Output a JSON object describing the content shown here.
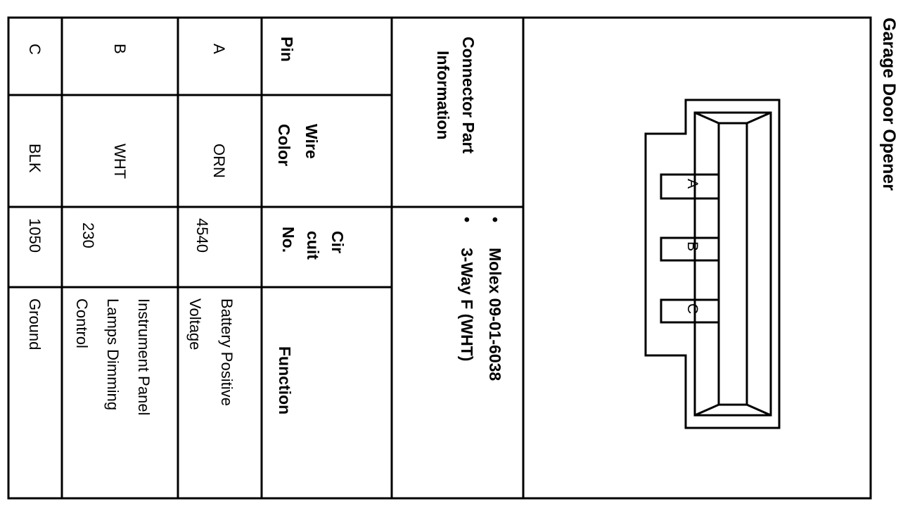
{
  "title": "Garage Door Opener",
  "connector": {
    "label_line1": "Connector Part",
    "label_line2": "Information",
    "items": [
      "Molex 09-01-6038",
      "3-Way F (WHT)"
    ],
    "pins": [
      "A",
      "B",
      "C"
    ]
  },
  "table": {
    "headers": {
      "pin": "Pin",
      "wire_line1": "Wire",
      "wire_line2": "Color",
      "circuit_line1": "Cir",
      "circuit_line2": "cuit",
      "circuit_line3": "No.",
      "function": "Function"
    },
    "rows": [
      {
        "pin": "A",
        "color": "ORN",
        "circuit": "4540",
        "function_lines": [
          "Battery Positive",
          "Voltage"
        ]
      },
      {
        "pin": "B",
        "color": "WHT",
        "circuit": "230",
        "function_lines": [
          "Instrument Panel",
          "Lamps Dimming",
          "Control"
        ]
      },
      {
        "pin": "C",
        "color": "BLK",
        "circuit": "1050",
        "function_lines": [
          "Ground"
        ]
      }
    ]
  }
}
